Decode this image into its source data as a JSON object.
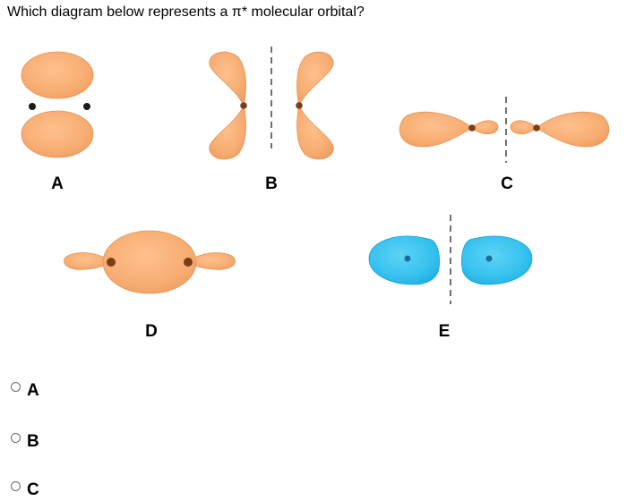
{
  "question": {
    "text": "Which diagram below represents a π* molecular orbital?"
  },
  "diagrams": {
    "A": {
      "label": "A"
    },
    "B": {
      "label": "B"
    },
    "C": {
      "label": "C"
    },
    "D": {
      "label": "D"
    },
    "E": {
      "label": "E"
    }
  },
  "options": [
    {
      "label": "A"
    },
    {
      "label": "B"
    },
    {
      "label": "C"
    }
  ],
  "colors": {
    "lobe_orange": "#f7ad72",
    "lobe_orange_edge": "#e39458",
    "lobe_blue": "#35c1ee",
    "lobe_blue_edge": "#1aa3d6",
    "nucleus_dark": "#1b1b1b",
    "nucleus_brown": "#7a3d18",
    "nucleus_blue": "#1a6d9c"
  },
  "icons": {
    "radio": "radio-button-unchecked-icon",
    "nodal_plane": "dashed-line"
  }
}
